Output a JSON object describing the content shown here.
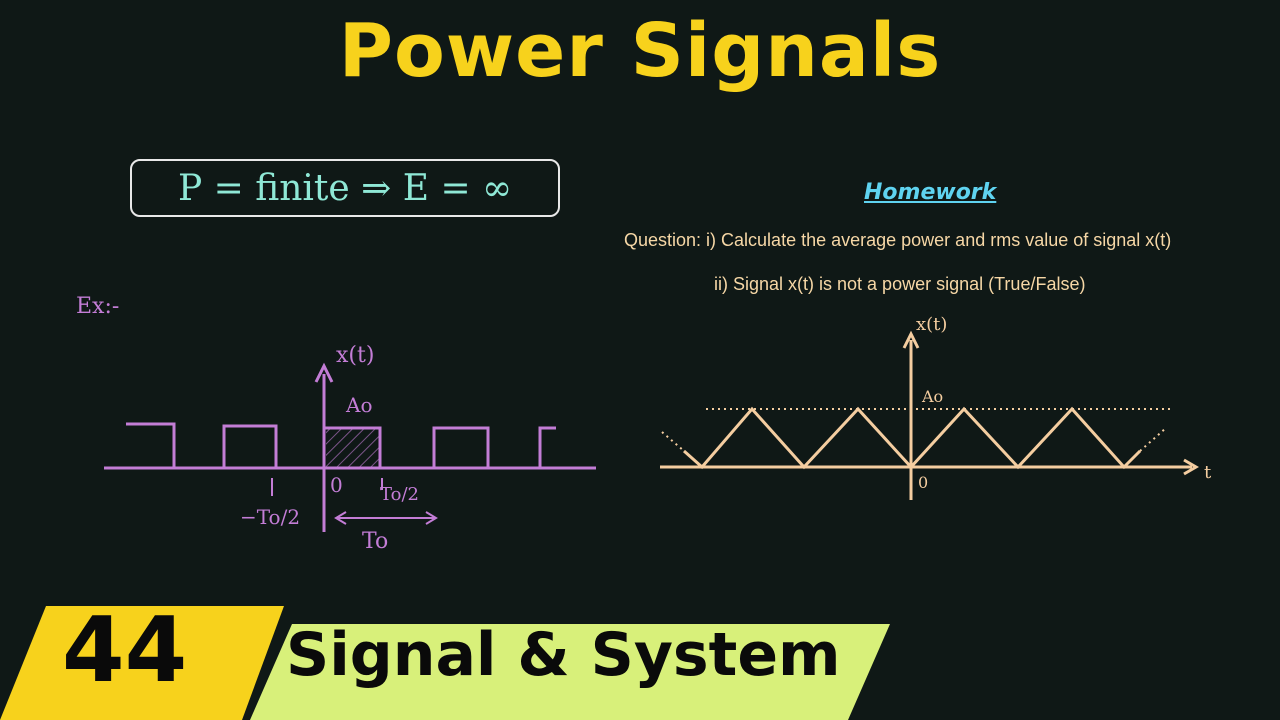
{
  "title": "Power Signals",
  "formula": "P = finite ⇒ E = ∞",
  "example": {
    "label": "Ex:-",
    "y_label": "x(t)",
    "amplitude_label": "Ao",
    "origin_label": "0",
    "neg_half_label": "−To/2",
    "pos_half_label": "To/2",
    "period_label": "To"
  },
  "homework": {
    "heading": "Homework",
    "question_1": "Question: i)  Calculate the average power and rms value of signal x(t)",
    "question_2": "ii)  Signal x(t) is not a power signal (True/False)",
    "y_label": "x(t)",
    "x_label": "t",
    "amplitude_label": "Ao",
    "origin_label": "0"
  },
  "banner": {
    "episode": "44",
    "series": "Signal & System"
  },
  "colors": {
    "title": "#f7d21c",
    "formula": "#8fe8d6",
    "example": "#c37dd6",
    "homework_heading": "#5fd3f0",
    "homework_text": "#f6d7a6",
    "triangle": "#f4cda0",
    "banner_yellow": "#f7d21c",
    "banner_green": "#d8f07a"
  }
}
